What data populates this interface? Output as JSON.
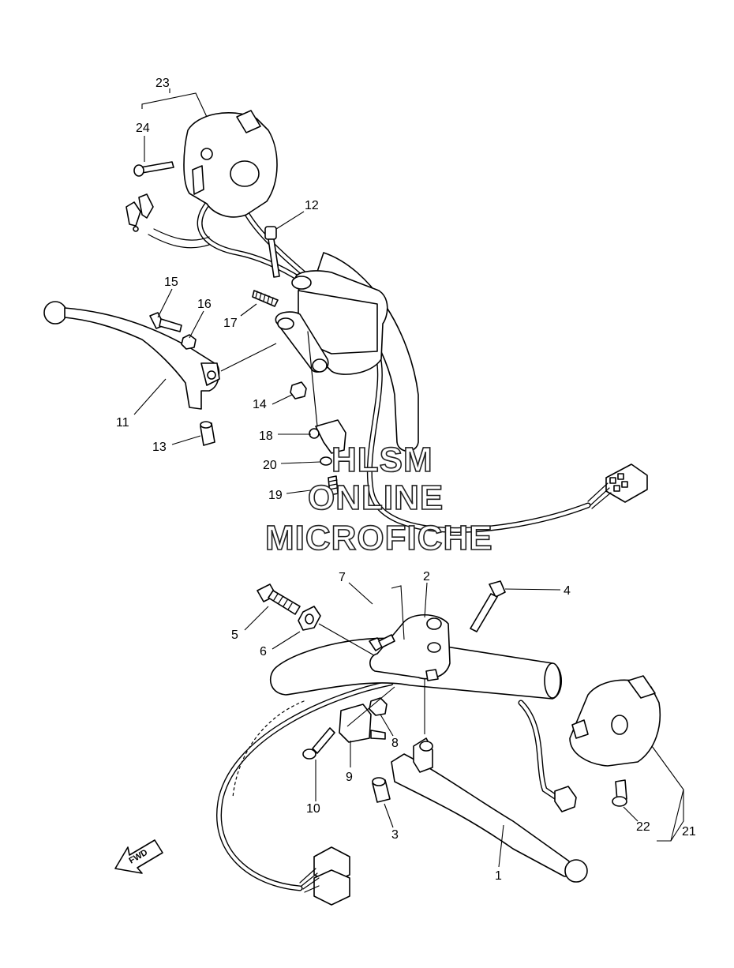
{
  "labels": {
    "p1": "1",
    "p2": "2",
    "p3": "3",
    "p4": "4",
    "p5": "5",
    "p6": "6",
    "p7": "7",
    "p8": "8",
    "p9": "9",
    "p10": "10",
    "p11": "11",
    "p12": "12",
    "p13": "13",
    "p14": "14",
    "p15": "15",
    "p16": "16",
    "p17": "17",
    "p18": "18",
    "p19": "19",
    "p20": "20",
    "p21": "21",
    "p22": "22",
    "p23": "23",
    "p24": "24"
  },
  "watermark": {
    "line1": "HLSM",
    "line2": "ONLINE",
    "line3": "MICROFICHE"
  },
  "fwd_arrow": {
    "text": "FWD"
  }
}
